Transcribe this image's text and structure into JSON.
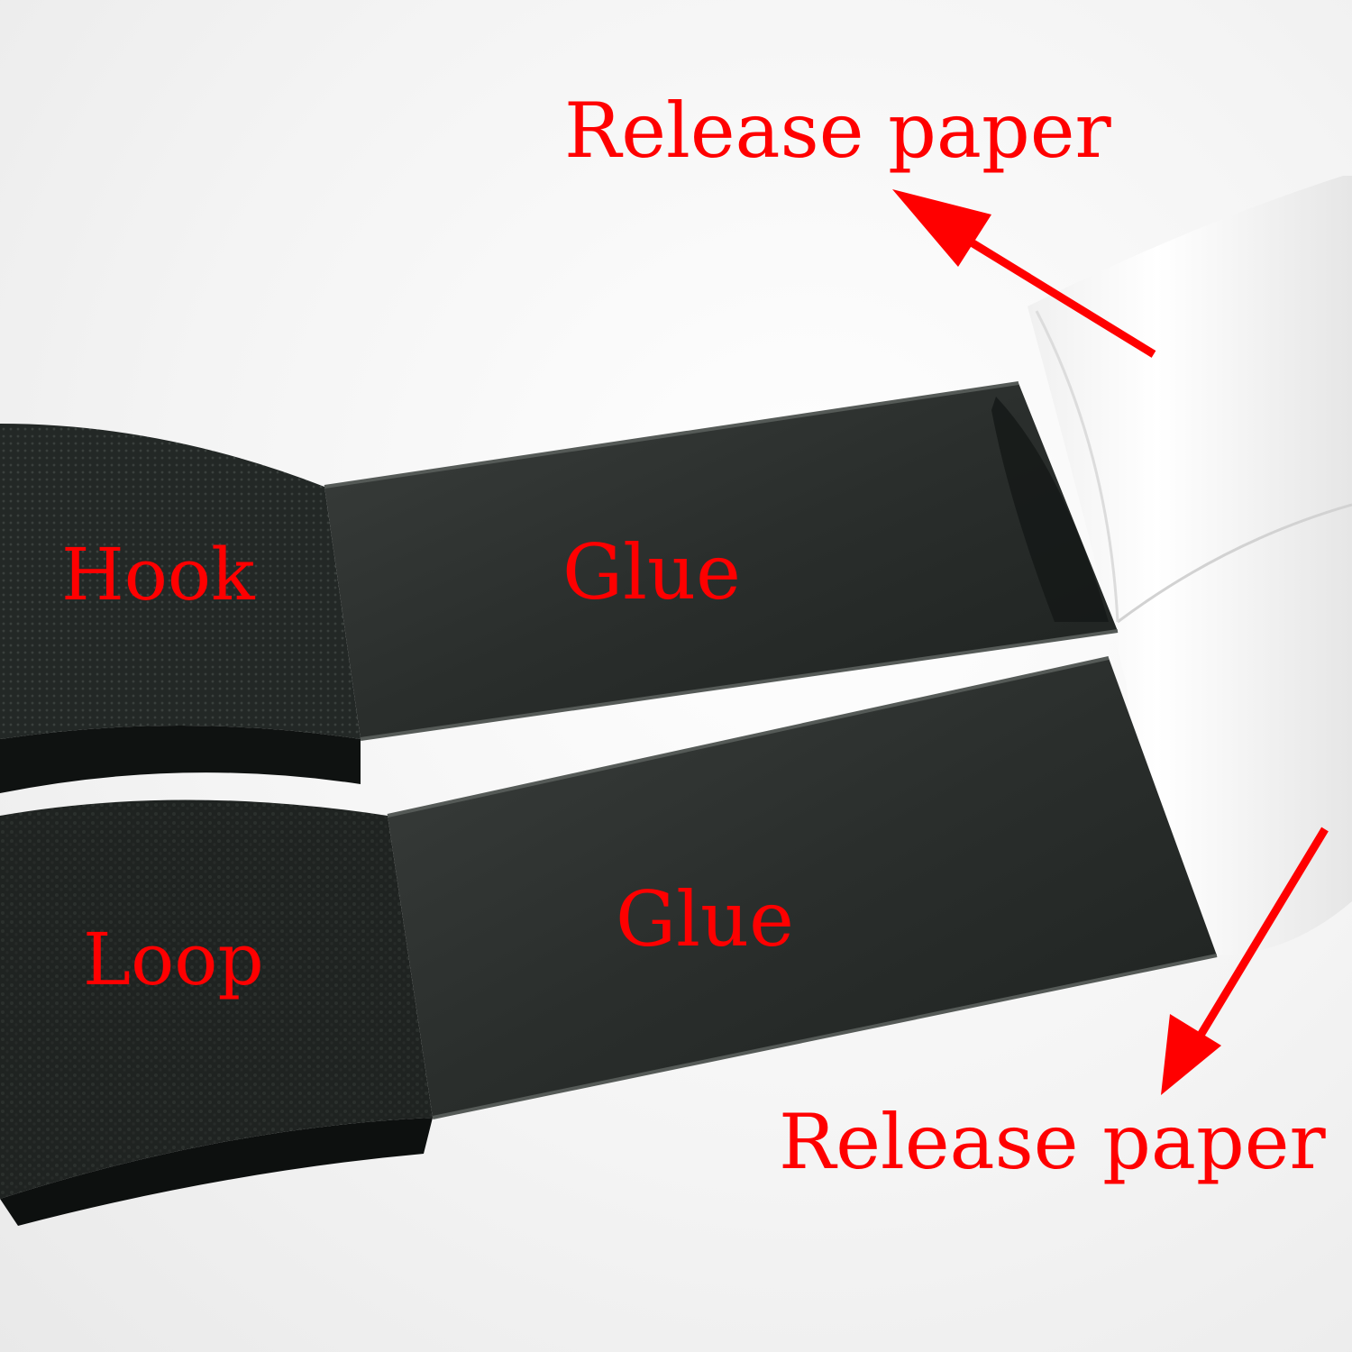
{
  "labels": {
    "release_paper_top": "Release paper",
    "release_paper_bottom": "Release paper",
    "hook": "Hook",
    "glue_top": "Glue",
    "loop": "Loop",
    "glue_bottom": "Glue"
  },
  "colors": {
    "label": "#ff0000",
    "arrow": "#ff0000",
    "tape": "#1f2421",
    "glue": "#2c302e",
    "paper": "#ffffff",
    "background": "#f2f2f2"
  }
}
